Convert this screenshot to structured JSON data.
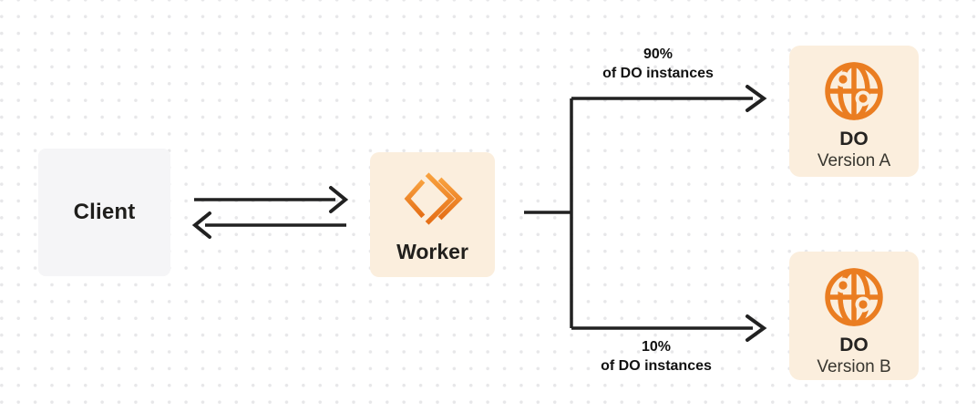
{
  "diagram": {
    "nodes": {
      "client": {
        "label": "Client"
      },
      "worker": {
        "label": "Worker",
        "icon": "cloudflare-workers-icon"
      },
      "do_version_a": {
        "title": "DO",
        "subtitle": "Version A",
        "icon": "durable-object-globe-icon"
      },
      "do_version_b": {
        "title": "DO",
        "subtitle": "Version B",
        "icon": "durable-object-globe-icon"
      }
    },
    "labels": {
      "branch_a": {
        "line1": "90%",
        "line2": "of DO instances"
      },
      "branch_b": {
        "line1": "10%",
        "line2": "of DO instances"
      }
    },
    "colors": {
      "accent_orange": "#EE7F1F",
      "node_cream_bg": "#FBEEDD",
      "client_gray_bg": "#F5F5F7",
      "arrow": "#212121",
      "title_text": "#1F1E1C",
      "subtitle_text": "#38362F",
      "dot_grid": "#E7E7E9"
    }
  }
}
